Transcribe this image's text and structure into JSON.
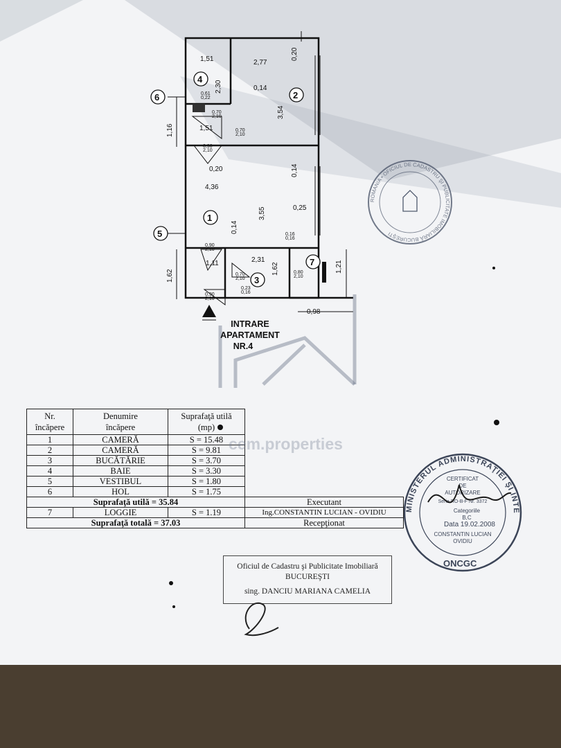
{
  "plan": {
    "room_numbers": [
      "1",
      "2",
      "3",
      "4",
      "5",
      "6",
      "7"
    ],
    "dimensions": [
      "1,51",
      "2,77",
      "0,20",
      "2,30",
      "0,14",
      "3,54",
      "0,61",
      "0,22",
      "1,51",
      "0,70",
      "2,10",
      "0,70",
      "2,10",
      "1,16",
      "0,90",
      "2,10",
      "0,20",
      "0,14",
      "4,36",
      "0,25",
      "3,55",
      "0,14",
      "0,90",
      "2,10",
      "0,16",
      "0,16",
      "2,31",
      "1,11",
      "1,62",
      "0,80",
      "2,10",
      "1,21",
      "1,62",
      "0,70",
      "2,10",
      "0,23",
      "0,16",
      "0,90",
      "2,10",
      "0,98"
    ],
    "entrance_line1": "INTRARE",
    "entrance_line2": "APARTAMENT",
    "entrance_line3": "NR.4"
  },
  "table": {
    "headers": [
      "Nr.\nîncăpere",
      "Denumire\nîncăpere",
      "Suprafaţă utilă\n(mp)"
    ],
    "rows": [
      {
        "nr": "1",
        "name": "CAMERĂ",
        "area": "S  =  15.48"
      },
      {
        "nr": "2",
        "name": "CAMERĂ",
        "area": "S  =  9.81"
      },
      {
        "nr": "3",
        "name": "BUCĂTĂRIE",
        "area": "S  =  3.70"
      },
      {
        "nr": "4",
        "name": "BAIE",
        "area": "S  =  3.30"
      },
      {
        "nr": "5",
        "name": "VESTIBUL",
        "area": "S  =  1.80"
      },
      {
        "nr": "6",
        "name": "HOL",
        "area": "S  =  1.75"
      }
    ],
    "useful_total": "Suprafaţă utilă = 35.84",
    "executant_label": "Executant",
    "loggia": {
      "nr": "7",
      "name": "LOGGIE",
      "area": "S  =  1.19"
    },
    "executant_name": "Ing.CONSTANTIN LUCIAN - OVIDIU",
    "total": "Suprafaţă totală = 37.03",
    "received_label": "Recepţionat"
  },
  "office_stamp": {
    "line1": "Oficiul de Cadastru şi Publicitate Imobiliară",
    "line2": "BUCUREŞTI",
    "line3": "sing. DANCIU MARIANA CAMELIA"
  },
  "round_stamp_right": {
    "ring_text": "MINISTERUL ADMINISTRAŢIEI ŞI INTERNELOR",
    "bottom": "ONCGC",
    "center": [
      "CERTIFICAT",
      "DE",
      "AUTORIZARE",
      "Seria RO-B-F Nr. 3372",
      "Categoriile",
      "B,C",
      "Data 19.02.2008",
      "CONSTANTIN LUCIAN",
      "OVIDIU"
    ]
  },
  "round_stamp_top": {
    "ring_text": "ROMANIA • OFICIUL DE CADASTRU ŞI PUBLICITATE IMOBILIARĂ BUCUREŞTI"
  },
  "watermark": "cem.properties",
  "colors": {
    "paper": "#f3f4f6",
    "ink": "#111111",
    "stamp": "#505a6e"
  }
}
